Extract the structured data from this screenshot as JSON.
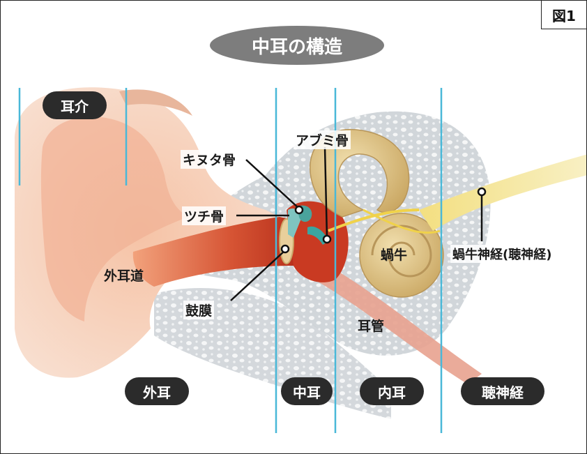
{
  "figure_tag": "図1",
  "title": "中耳の構造",
  "region_labels": {
    "auricle": "耳介",
    "outer_ear": "外耳",
    "middle_ear": "中耳",
    "inner_ear": "内耳",
    "auditory_nerve": "聴神経"
  },
  "part_labels": {
    "stapes": "アブミ骨",
    "incus": "キヌタ骨",
    "malleus": "ツチ骨",
    "ear_canal": "外耳道",
    "eardrum": "鼓膜",
    "cochlea": "蝸牛",
    "cochlear_nerve": "蝸牛神経(聴神経)",
    "eustachian_tube": "耳管"
  },
  "colors": {
    "divider_line": "#49b8d8",
    "pill_bg": "#2b2b2b",
    "title_bg": "#7d7d7d",
    "skin": "#f3c9b0",
    "canal_red": "#c9351f",
    "bone": "#dcdfe2",
    "cochlea": "#e2c98d",
    "nerve": "#f0dc78"
  }
}
